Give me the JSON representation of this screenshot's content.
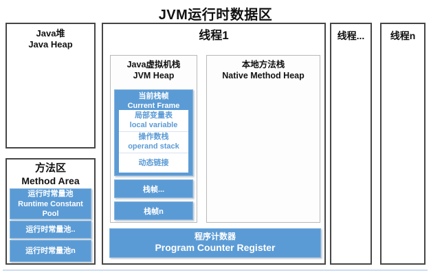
{
  "title": "JVM运行时数据区",
  "colors": {
    "accent_blue": "#5b9bd5",
    "border_dark": "#454545",
    "border_light": "#b8b8b8",
    "divider": "#d9e2f0"
  },
  "java_heap": {
    "title_zh": "Java堆",
    "title_en": "Java Heap"
  },
  "method_area": {
    "title_zh": "方法区",
    "title_en": "Method Area",
    "pools": [
      {
        "zh": "运行时常量池",
        "en": "Runtime Constant Pool"
      },
      {
        "zh": "运行时常量池.."
      },
      {
        "zh": "运行时常量池n"
      }
    ]
  },
  "thread1": {
    "title": "线程1",
    "jvm_stack": {
      "title_zh": "Java虚拟机栈",
      "title_en": "JVM Heap",
      "current_frame": {
        "title_zh": "当前栈帧",
        "title_en": "Current Frame",
        "items": [
          {
            "zh": "局部变量表",
            "en": "local variable"
          },
          {
            "zh": "操作数栈",
            "en": "operand stack"
          },
          {
            "zh": "动态链接",
            "en": ""
          }
        ]
      },
      "frames": [
        {
          "label": "栈帧..."
        },
        {
          "label": "栈帧n"
        }
      ]
    },
    "native_stack": {
      "title_zh": "本地方法栈",
      "title_en": "Native Method Heap"
    },
    "pc_register": {
      "zh": "程序计数器",
      "en": "Program Counter Register"
    }
  },
  "thread_dots": {
    "title": "线程..."
  },
  "thread_n": {
    "title": "线程n"
  }
}
